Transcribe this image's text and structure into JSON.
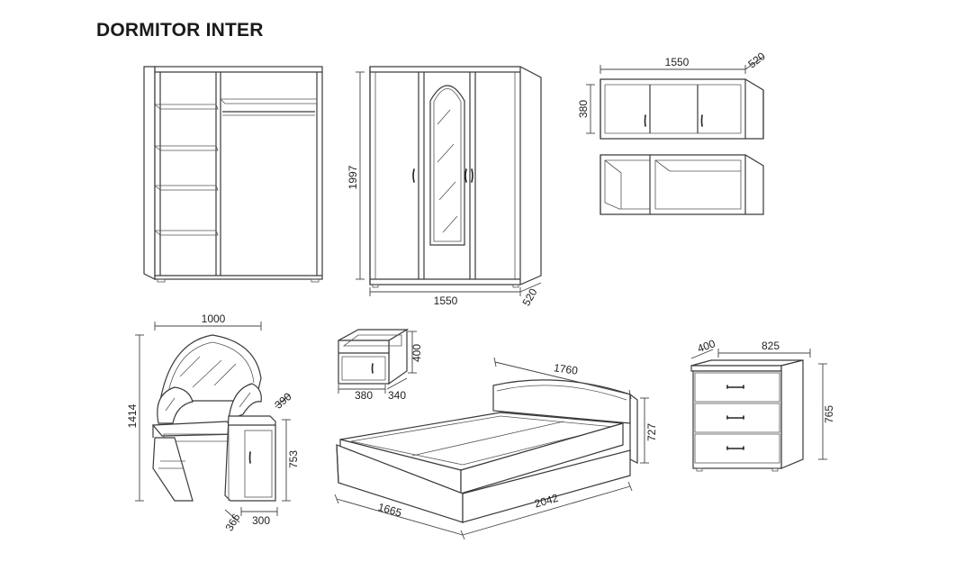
{
  "title": "DORMITOR INTER",
  "wardrobe": {
    "height": "1997",
    "width": "1550",
    "depth": "520"
  },
  "wall_cabinet": {
    "width": "1550",
    "depth": "520",
    "height": "380"
  },
  "dressing_table": {
    "width": "1000",
    "height": "1414",
    "side_depth": "390",
    "cabinet_height": "753",
    "depth": "366",
    "cabinet_width": "300"
  },
  "nightstand": {
    "height": "400",
    "width": "380",
    "depth": "340"
  },
  "bed": {
    "width": "1760",
    "headboard_height": "727",
    "total_length": "2042",
    "frame_width": "1665"
  },
  "dresser": {
    "depth": "400",
    "width": "825",
    "height": "765"
  }
}
